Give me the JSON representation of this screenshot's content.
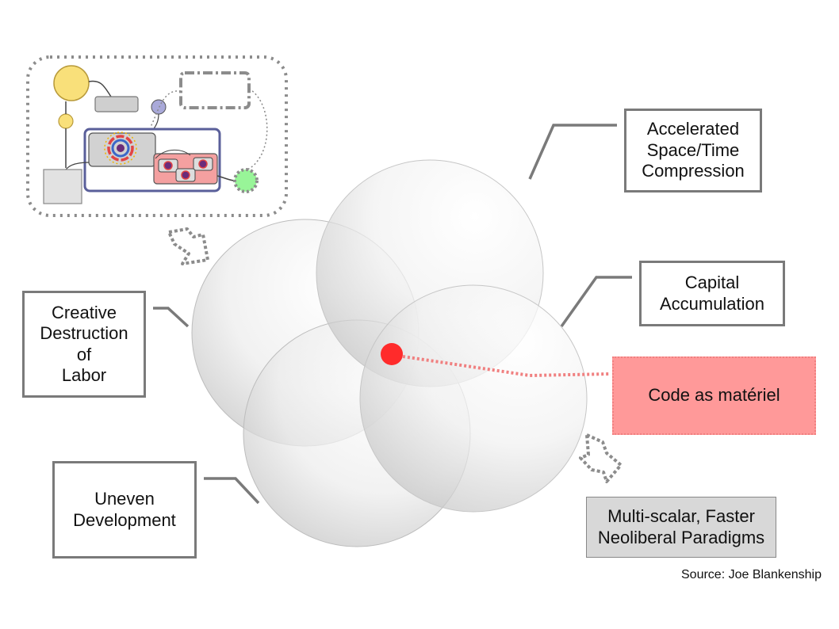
{
  "labels": {
    "accelerated": "Accelerated\nSpace/Time\nCompression",
    "capital": "Capital\nAccumulation",
    "creative": "Creative\nDestruction\nof\nLabor",
    "uneven": "Uneven\nDevelopment",
    "code": "Code as matériel",
    "multiscalar": "Multi-scalar, Faster\nNeoliberal Paradigms"
  },
  "source": "Source: Joe Blankenship",
  "colors": {
    "connector": "#7a7a7a",
    "highlight": "#ff2b2b",
    "highlight_box": "#ff9999",
    "yellow_node": "#f9e07a",
    "green_node": "#98f598",
    "purple_node": "#a9a9d9",
    "frame": "#8c8c8c",
    "inner_frame": "#5a5f9a"
  }
}
